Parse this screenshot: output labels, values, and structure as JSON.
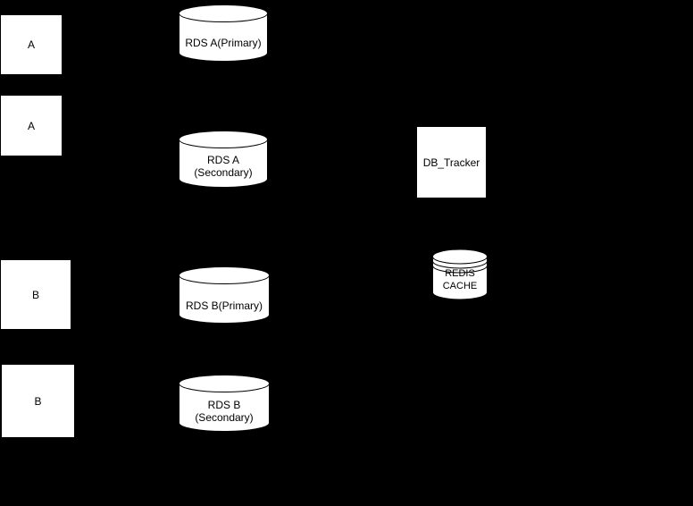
{
  "diagram": {
    "background_color": "#000000",
    "shape_fill_color": "#ffffff",
    "shape_stroke_color": "#000000",
    "nodes": {
      "box_a1": {
        "label": "A"
      },
      "box_a2": {
        "label": "A"
      },
      "box_b1": {
        "label": "B"
      },
      "box_b2": {
        "label": "B"
      },
      "rds_a_primary": {
        "label": "RDS A(Primary)"
      },
      "rds_a_secondary": {
        "label": "RDS A\n(Secondary)"
      },
      "rds_b_primary": {
        "label": "RDS B(Primary)"
      },
      "rds_b_secondary": {
        "label": "RDS B\n(Secondary)"
      },
      "db_tracker": {
        "label": "DB_Tracker"
      },
      "redis_cache": {
        "label": "REDIS\nCACHE"
      }
    }
  }
}
